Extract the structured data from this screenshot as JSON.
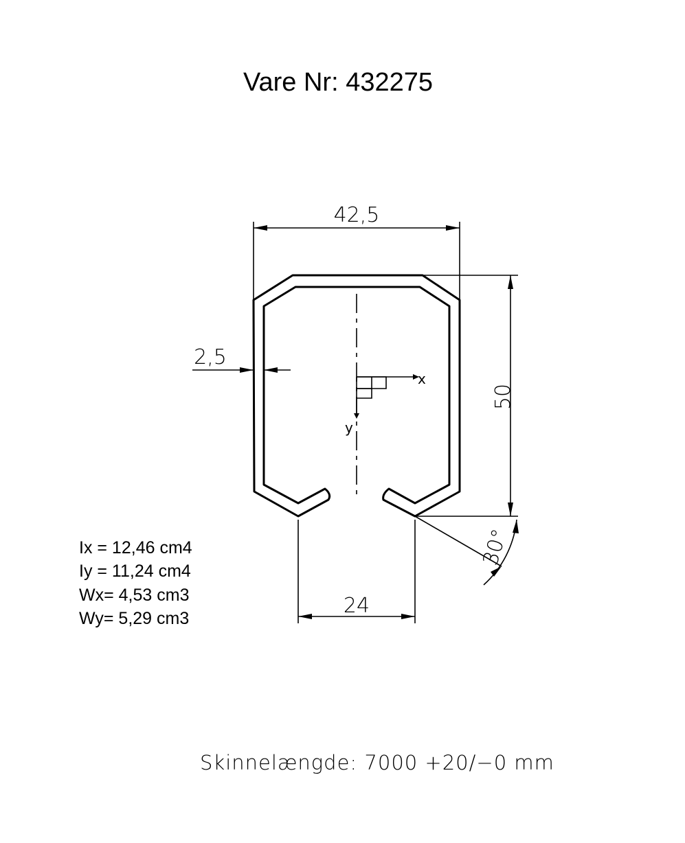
{
  "title": "Vare Nr:  432275",
  "properties": [
    "Ix = 12,46 cm4",
    "Iy = 11,24 cm4",
    "Wx= 4,53 cm3",
    "Wy= 5,29 cm3"
  ],
  "dimensions": {
    "width": "42,5",
    "height": "50",
    "wall": "2,5",
    "slot": "24",
    "angle": "30°"
  },
  "axes": {
    "x": "x",
    "y": "y"
  },
  "footer": "Skinnelængde:  7000  +20/−0  mm"
}
